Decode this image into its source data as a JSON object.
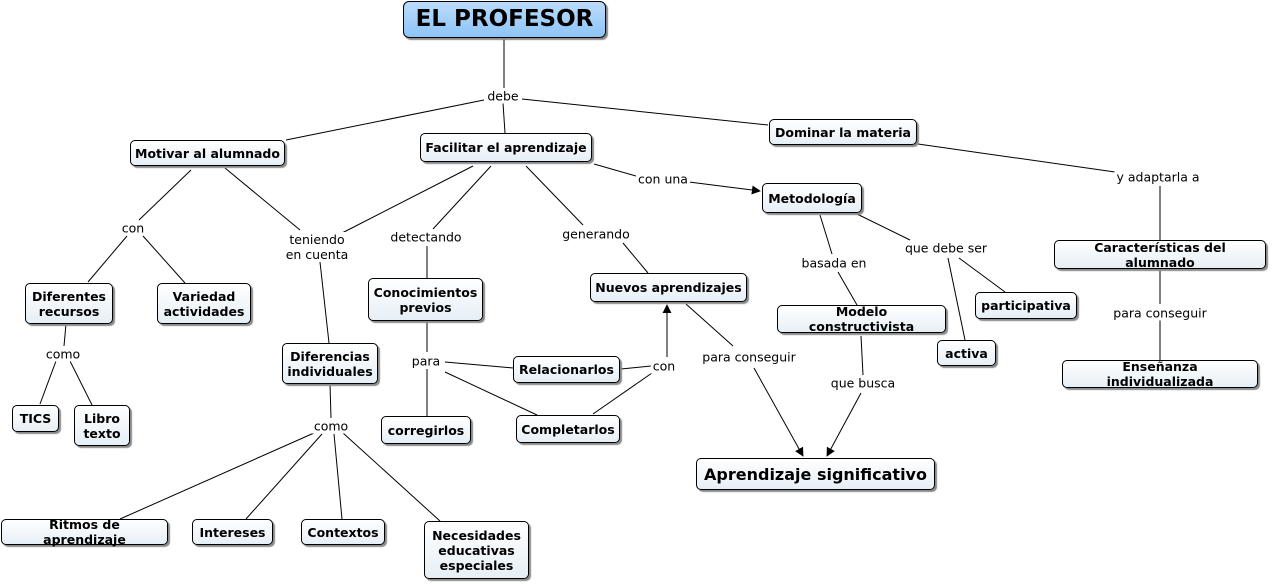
{
  "concepts": {
    "profesor": "EL PROFESOR",
    "motivar": "Motivar al alumnado",
    "facilitar": "Facilitar el aprendizaje",
    "dominar": "Dominar la materia",
    "metodologia": "Metodología",
    "caracteristicas": "Características del alumnado",
    "ensenanza": "Enseñanza individualizada",
    "diferentes_recursos": "Diferentes recursos",
    "variedad": "Variedad actividades",
    "tics": "TICS",
    "libro": "Libro texto",
    "diferencias": "Diferencias individuales",
    "conocimientos": "Conocimientos previos",
    "relacionarlos": "Relacionarlos",
    "corregirlos": "corregirlos",
    "completarlos": "Completarlos",
    "nuevos": "Nuevos aprendizajes",
    "modelo": "Modelo constructivista",
    "participativa": "participativa",
    "activa": "activa",
    "significativo": "Aprendizaje significativo",
    "ritmos": "Ritmos de aprendizaje",
    "intereses": "Intereses",
    "contextos": "Contextos",
    "necesidades": "Necesidades educativas especiales"
  },
  "links": {
    "debe": "debe",
    "con_una": "con una",
    "y_adaptarla": "y adaptarla a",
    "con_1": "con",
    "teniendo": "teniendo en cuenta",
    "detectando": "detectando",
    "generando": "generando",
    "basada": "basada en",
    "que_debe_ser": "que debe ser",
    "para_conseguir_1": "para conseguir",
    "como_1": "como",
    "para": "para",
    "con_2": "con",
    "para_conseguir_2": "para conseguir",
    "que_busca": "que busca",
    "como_2": "como"
  }
}
